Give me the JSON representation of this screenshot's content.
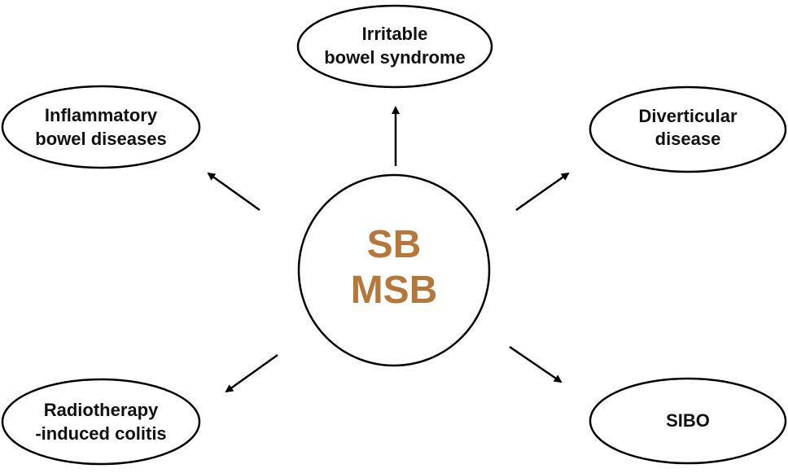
{
  "center": {
    "line1": "SB",
    "line2": "MSB",
    "color": "#B5773A"
  },
  "nodes": {
    "ibs": {
      "line1": "Irritable",
      "line2": "bowel syndrome"
    },
    "ibd": {
      "line1": "Inflammatory",
      "line2": "bowel diseases"
    },
    "diverticular": {
      "line1": "Diverticular",
      "line2": "disease"
    },
    "radiotherapy": {
      "line1": "Radiotherapy",
      "line2": "-induced colitis"
    },
    "sibo": {
      "line1": "SIBO"
    }
  }
}
